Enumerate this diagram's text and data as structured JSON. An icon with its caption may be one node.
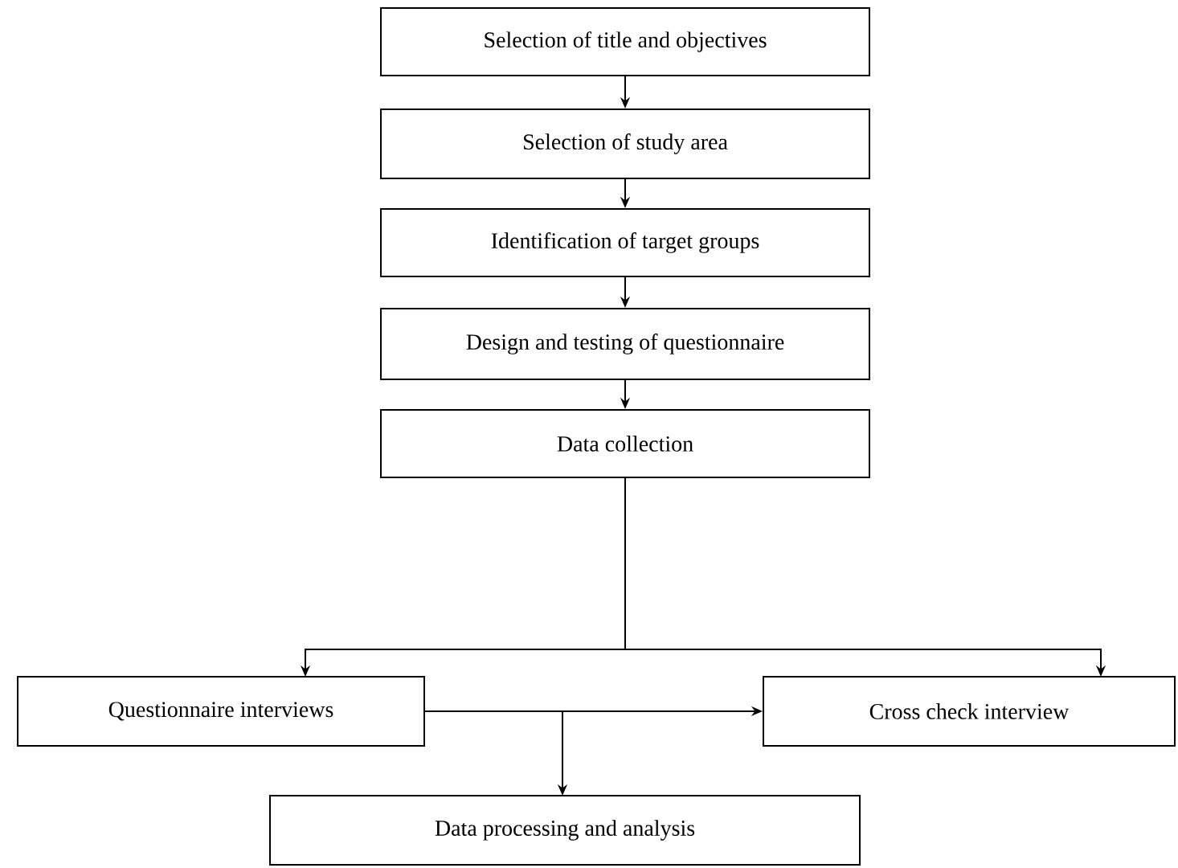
{
  "diagram": {
    "nodes": [
      {
        "text": [
          "Selection of title and objectives"
        ]
      },
      {
        "text": [
          "Selection of study area"
        ]
      },
      {
        "text": [
          "Identification of target groups"
        ]
      },
      {
        "text": [
          "Design and testing of questionnaire"
        ]
      },
      {
        "text": [
          "Data collection"
        ]
      },
      {
        "text": [
          "Questionnaire interviews"
        ]
      },
      {
        "text": [
          "Cross check interview"
        ]
      },
      {
        "text": [
          "Data processing and analysis"
        ]
      }
    ],
    "edges": [
      {
        "from": 0,
        "to": 1,
        "arrow": "to"
      },
      {
        "from": 1,
        "to": 2,
        "arrow": "to"
      },
      {
        "from": 2,
        "to": 3,
        "arrow": "to"
      },
      {
        "from": 3,
        "to": 4,
        "arrow": "to"
      },
      {
        "from": 4,
        "to": 5,
        "arrow": "to"
      },
      {
        "from": 4,
        "to": 6,
        "arrow": "to"
      },
      {
        "from": 5,
        "to": 6,
        "arrow": "to"
      },
      {
        "from": 5,
        "to": 7,
        "arrow": "to"
      }
    ]
  }
}
